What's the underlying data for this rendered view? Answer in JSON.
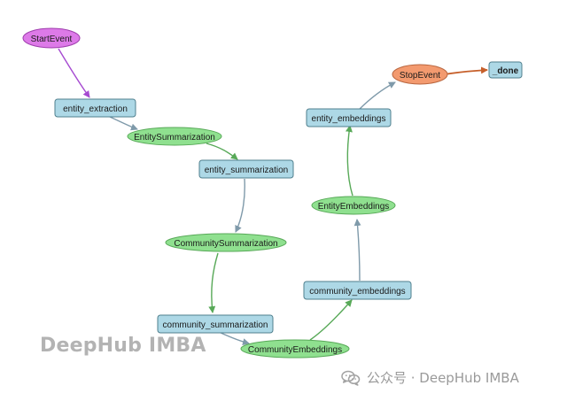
{
  "diagram": {
    "colors": {
      "event_green": "#8fe08f",
      "event_green_stroke": "#58a958",
      "step_blue": "#add8e6",
      "step_blue_stroke": "#4f7f8d",
      "start_purple": "#dd7ae8",
      "start_purple_stroke": "#9e3dad",
      "stop_orange": "#f39a6f",
      "stop_orange_stroke": "#b9663f",
      "edge_purple": "#a64ad1",
      "edge_green": "#58a958",
      "edge_blue": "#7f9aaa",
      "edge_orange": "#c65f2a"
    },
    "nodes": [
      {
        "id": "start_event",
        "label": "StartEvent",
        "kind": "start"
      },
      {
        "id": "entity_extraction",
        "label": "entity_extraction",
        "kind": "step"
      },
      {
        "id": "entity_summarization_event",
        "label": "EntitySummarization",
        "kind": "event"
      },
      {
        "id": "entity_summarization",
        "label": "entity_summarization",
        "kind": "step"
      },
      {
        "id": "community_summarization_event",
        "label": "CommunitySummarization",
        "kind": "event"
      },
      {
        "id": "community_summarization",
        "label": "community_summarization",
        "kind": "step"
      },
      {
        "id": "community_embeddings_event",
        "label": "CommunityEmbeddings",
        "kind": "event"
      },
      {
        "id": "community_embeddings",
        "label": "community_embeddings",
        "kind": "step"
      },
      {
        "id": "entity_embeddings_event",
        "label": "EntityEmbeddings",
        "kind": "event"
      },
      {
        "id": "entity_embeddings",
        "label": "entity_embeddings",
        "kind": "step"
      },
      {
        "id": "stop_event",
        "label": "StopEvent",
        "kind": "stop"
      },
      {
        "id": "done",
        "label": "_done",
        "kind": "done"
      }
    ],
    "edges": [
      {
        "from": "start_event",
        "to": "entity_extraction",
        "color": "purple"
      },
      {
        "from": "entity_extraction",
        "to": "entity_summarization_event",
        "color": "blue"
      },
      {
        "from": "entity_summarization_event",
        "to": "entity_summarization",
        "color": "green"
      },
      {
        "from": "entity_summarization",
        "to": "community_summarization_event",
        "color": "blue"
      },
      {
        "from": "community_summarization_event",
        "to": "community_summarization",
        "color": "green"
      },
      {
        "from": "community_summarization",
        "to": "community_embeddings_event",
        "color": "blue"
      },
      {
        "from": "community_embeddings_event",
        "to": "community_embeddings",
        "color": "green"
      },
      {
        "from": "community_embeddings",
        "to": "entity_embeddings_event",
        "color": "blue"
      },
      {
        "from": "entity_embeddings_event",
        "to": "entity_embeddings",
        "color": "green"
      },
      {
        "from": "entity_embeddings",
        "to": "stop_event",
        "color": "blue"
      },
      {
        "from": "stop_event",
        "to": "done",
        "color": "orange"
      }
    ]
  },
  "watermark": {
    "main": "DeepHub IMBA",
    "footer": "公众号 · DeepHub IMBA",
    "icon": "wechat-icon"
  }
}
